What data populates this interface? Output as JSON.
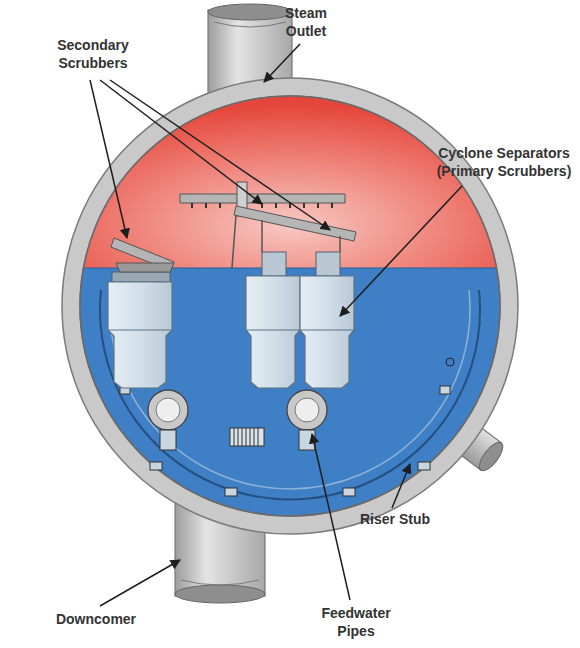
{
  "diagram": {
    "labels": [
      "Steam Outlet",
      "Secondary Scrubbers",
      "Cyclone Separators (Primary Scrubbers)",
      "Riser Stub",
      "Downcomer",
      "Feedwater Pipes"
    ]
  }
}
